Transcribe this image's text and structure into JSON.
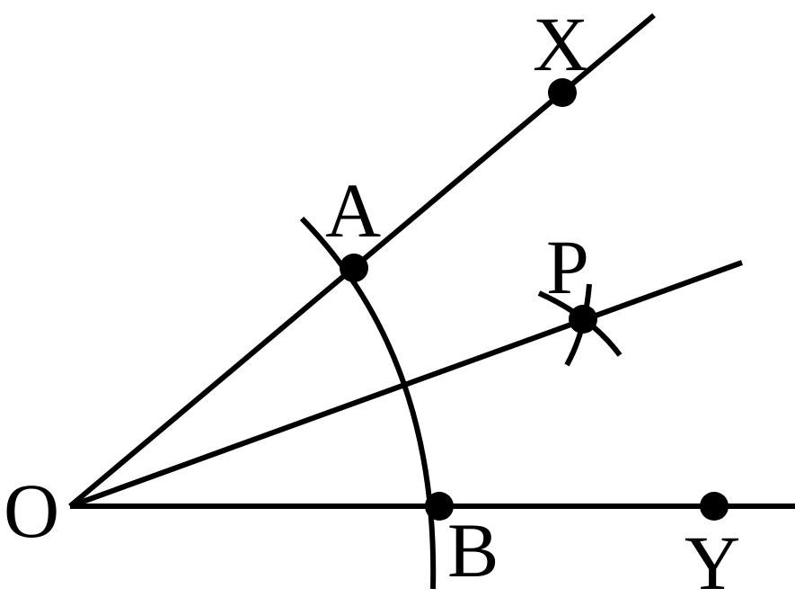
{
  "diagram": {
    "labels": {
      "o": "O",
      "a": "A",
      "b": "B",
      "x": "X",
      "y": "Y",
      "p": "P"
    }
  }
}
